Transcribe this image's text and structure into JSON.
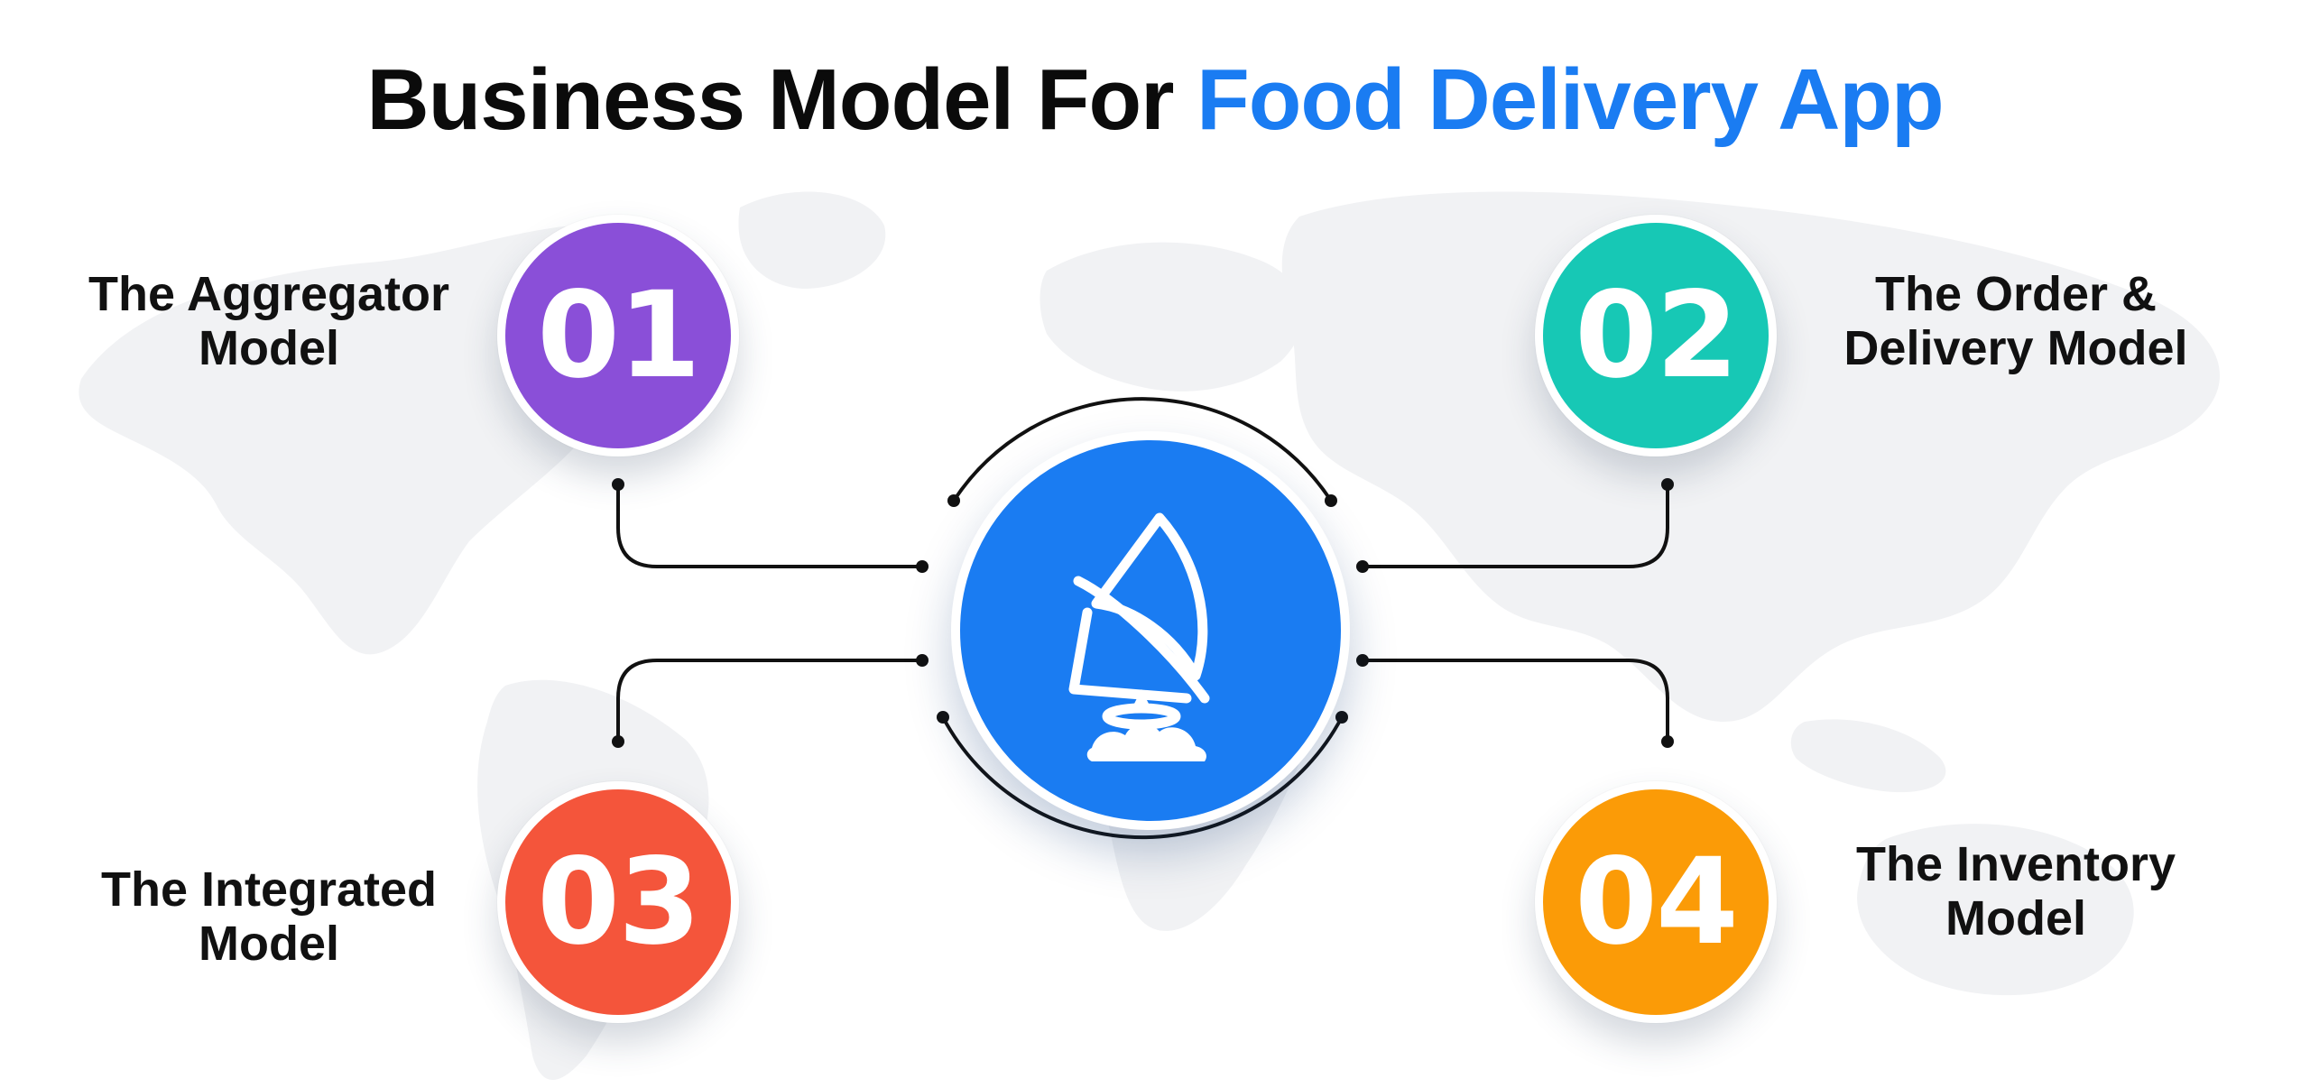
{
  "title": {
    "dark_text": "Business Model For",
    "blue_text": "Food Delivery App"
  },
  "colors": {
    "accent_blue": "#1a7cf2",
    "purple": "#8a4fd8",
    "teal": "#17c8b5",
    "red": "#f4553b",
    "orange": "#fb9b07"
  },
  "hub": {
    "icon": "rocket-logo-icon"
  },
  "models": [
    {
      "number": "01",
      "line1": "The Aggregator",
      "line2": "Model",
      "color": "#8a4fd8"
    },
    {
      "number": "02",
      "line1": "The Order &",
      "line2": "Delivery Model",
      "color": "#17c8b5"
    },
    {
      "number": "03",
      "line1": "The Integrated",
      "line2": "Model",
      "color": "#f4553b"
    },
    {
      "number": "04",
      "line1": "The Inventory",
      "line2": "Model",
      "color": "#fb9b07"
    }
  ]
}
